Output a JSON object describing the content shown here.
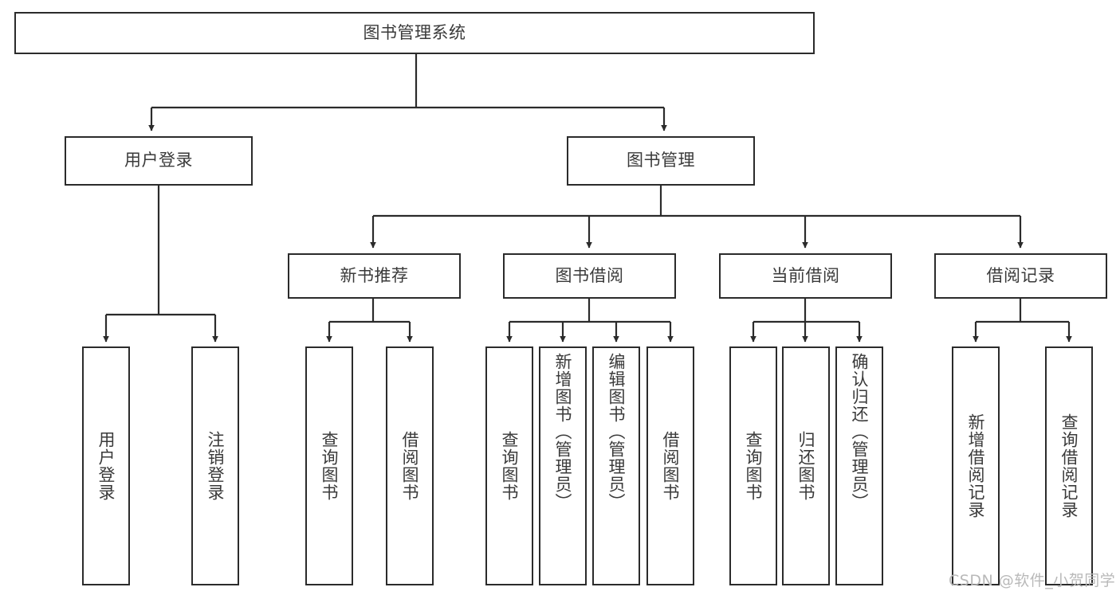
{
  "diagram": {
    "type": "hierarchy-tree",
    "title": "图书管理系统",
    "root": {
      "label": "图书管理系统"
    },
    "level2": [
      {
        "label": "用户登录"
      },
      {
        "label": "图书管理"
      }
    ],
    "level3": [
      {
        "label": "新书推荐"
      },
      {
        "label": "图书借阅"
      },
      {
        "label": "当前借阅"
      },
      {
        "label": "借阅记录"
      }
    ],
    "leaves": {
      "user_login": [
        {
          "label": "用户登录"
        },
        {
          "label": "注销登录"
        }
      ],
      "new_book_recommend": [
        {
          "label": "查询图书"
        },
        {
          "label": "借阅图书"
        }
      ],
      "book_borrow": [
        {
          "label": "查询图书"
        },
        {
          "label": "新增图书（管理员）"
        },
        {
          "label": "编辑图书（管理员）"
        },
        {
          "label": "借阅图书"
        }
      ],
      "current_borrow": [
        {
          "label": "查询图书"
        },
        {
          "label": "归还图书"
        },
        {
          "label": "确认归还（管理员）"
        }
      ],
      "borrow_record": [
        {
          "label": "新增借阅记录"
        },
        {
          "label": "查询借阅记录"
        }
      ]
    }
  },
  "watermark": {
    "text": "CSDN @软件_小贺同学"
  },
  "colors": {
    "box_border": "#2b2b2b",
    "box_fill": "#ffffff",
    "text": "#3a3a3a",
    "edge": "#2b2b2b",
    "watermark": "#b9b9b9",
    "background": "#ffffff"
  }
}
